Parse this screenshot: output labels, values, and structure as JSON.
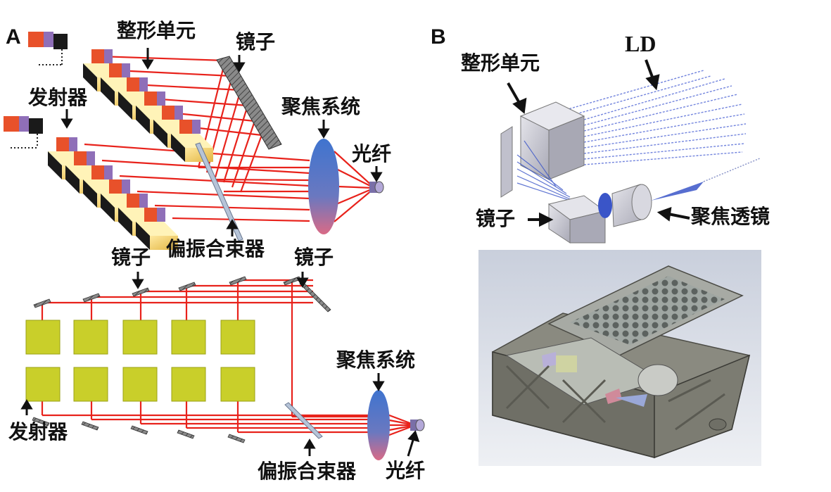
{
  "panels": {
    "a": "A",
    "b": "B"
  },
  "panel_a_top": {
    "shaping_unit": "整形单元",
    "mirror": "镜子",
    "emitter": "发射器",
    "focusing_system": "聚焦系统",
    "fiber": "光纤",
    "polarization_combiner": "偏振合束器"
  },
  "panel_a_bottom": {
    "mirror_left": "镜子",
    "mirror_right": "镜子",
    "focusing_system": "聚焦系统",
    "emitter": "发射器",
    "polarization_combiner": "偏振合束器",
    "fiber": "光纤"
  },
  "panel_b": {
    "ld": "LD",
    "shaping_unit": "整形单元",
    "mirror": "镜子",
    "focusing_lens": "聚焦透镜"
  },
  "colors": {
    "beam_red": "#e8221b",
    "emitter_yellow": "#c9cf2a",
    "lens_blue": "#4f7fc9",
    "lens_pink": "#d46a8a",
    "block_yellow": "#f2cf63",
    "ld_beam_blue": "#5a6fd8",
    "housing_gray": "#8a8a80"
  }
}
